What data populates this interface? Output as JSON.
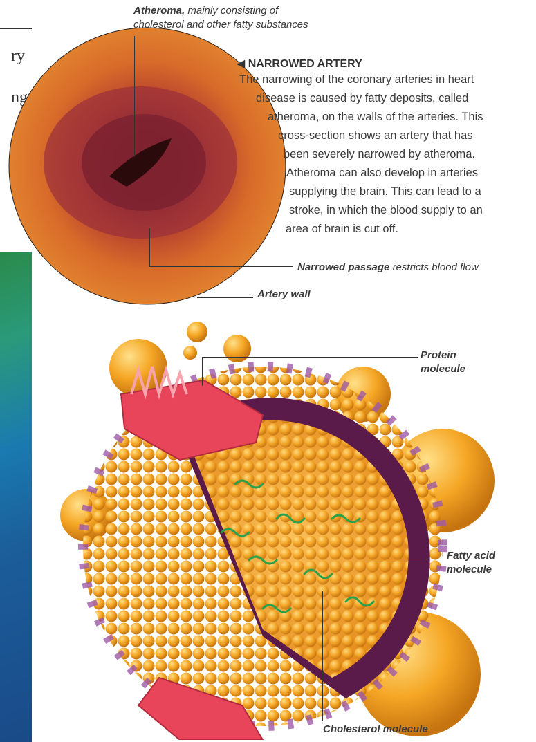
{
  "left_fragments": [
    "ry",
    "ng"
  ],
  "atheroma_label": {
    "bold": "Atheroma,",
    "rest_line1": "mainly consisting of",
    "line2": "cholesterol and other fatty substances"
  },
  "narrowed_artery": {
    "heading": "NARROWED ARTERY",
    "lines": [
      "The narrowing of the coronary arteries in heart",
      "disease is caused by fatty deposits, called",
      "atheroma, on the walls of the arteries. This",
      "cross-section shows an artery that has",
      "been severely narrowed by atheroma.",
      "Atheroma can also develop in arteries",
      "supplying the brain. This can lead to a",
      "stroke, in which the blood supply to an",
      "area of brain is cut off."
    ]
  },
  "narrowed_passage_label": {
    "bold": "Narrowed passage",
    "rest": "restricts blood flow"
  },
  "artery_wall_label": "Artery wall",
  "protein_label": [
    "Protein",
    "molecule"
  ],
  "fatty_acid_label": [
    "Fatty acid",
    "molecule"
  ],
  "cholesterol_label": "Cholesterol molecule",
  "colors": {
    "artery_outer": "#e0812e",
    "artery_inner": "#8a2a2e",
    "lipoprotein_sphere": "#f5a624",
    "phospholipid_head": "#9d5aa8",
    "protein": "#e8445a",
    "fatty_acid": "#2aa14a",
    "inner_membrane": "#5a1a4a"
  }
}
